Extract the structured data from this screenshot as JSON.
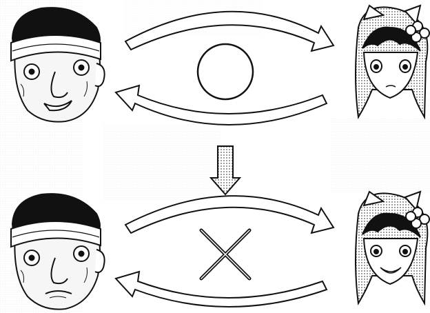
{
  "panel": {
    "top_row": {
      "left_character": "old-man-face",
      "right_character": "cat-eared-girl-neutral",
      "exchange_symbol": "circle",
      "arrows": [
        "arrow-right-curved",
        "arrow-left-curved"
      ]
    },
    "transition": {
      "symbol": "down-arrow-dotted"
    },
    "bottom_row": {
      "left_character": "old-man-face-worried",
      "right_character": "cat-eared-girl-smiling",
      "exchange_symbol": "cross",
      "arrows": [
        "arrow-right-curved",
        "arrow-left-curved"
      ]
    }
  },
  "colors": {
    "ink": "#111111",
    "paper": "#ffffff",
    "tone": "#bdbdbd"
  }
}
